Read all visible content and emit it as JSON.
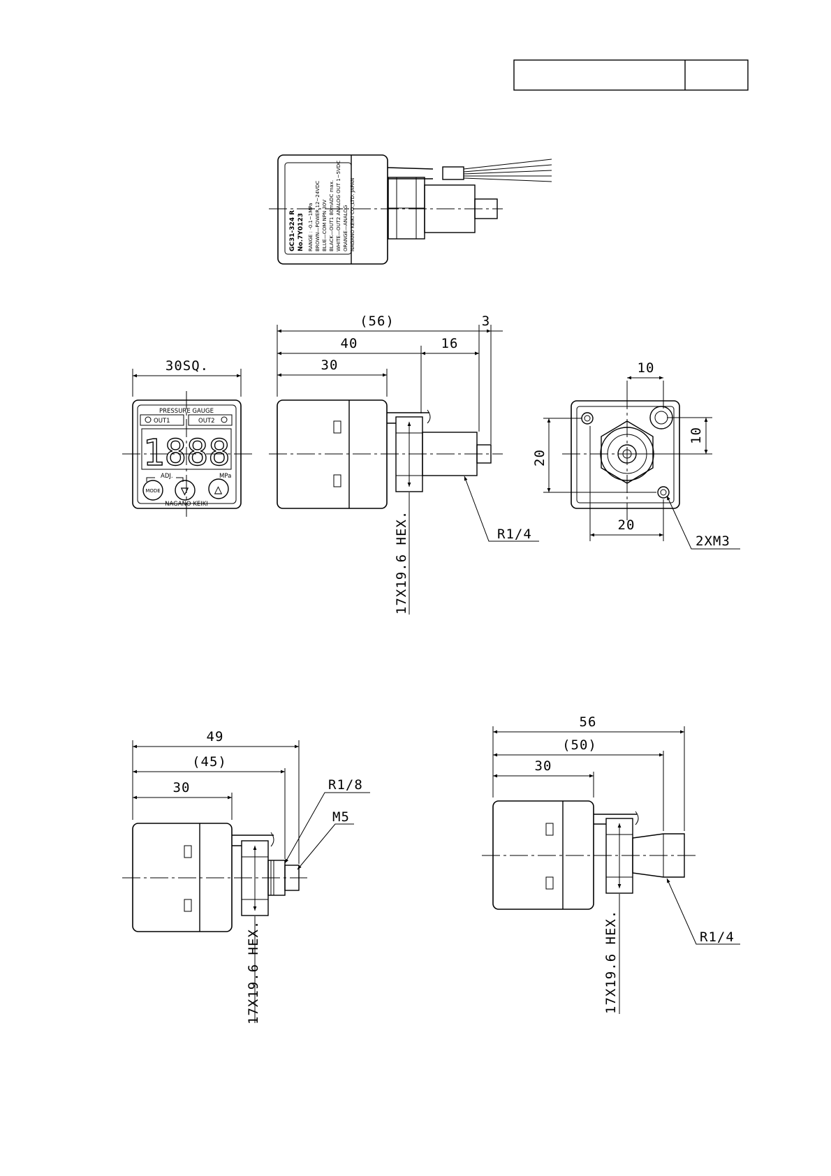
{
  "title_block": {
    "cells": [
      "",
      ""
    ]
  },
  "top_view_label": {
    "lines": [
      "GC31-324 R",
      "No.7Y0123",
      "RANGE : -0.1~1MPa",
      "BROWN—POWER 12~24VDC",
      "BLUE—COM NPN 30V",
      "BLACK—OUT1 80mADC max.",
      "WHITE—OUT2 ANALOG OUT 1~5VDC",
      "ORANGE—ANALOG",
      "NAGANO KEIKI CO.,LTD. JAPAN"
    ]
  },
  "front_panel": {
    "title": "PRESSURE GAUGE",
    "out1": "OUT1",
    "out2": "OUT2",
    "display": "1888",
    "adj": "ADJ.",
    "unit": "MPa",
    "mode_button": "MODE",
    "down_button": "▽",
    "up_button": "△",
    "brand": "NAGANO KEIKI"
  },
  "dimensions": {
    "front_width": "30SQ.",
    "side_overall": "(56)",
    "side_3": "3",
    "side_40": "40",
    "side_16": "16",
    "side_30": "30",
    "side_hex": "17X19.6 HEX.",
    "side_thread": "R1/4",
    "rear_10_top": "10",
    "rear_10_right": "10",
    "rear_20_left": "20",
    "rear_20_bottom": "20",
    "rear_screws": "2XM3",
    "bl_49": "49",
    "bl_45": "(45)",
    "bl_30": "30",
    "bl_r18": "R1/8",
    "bl_m5": "M5",
    "bl_hex": "17X19.6 HEX.",
    "br_56": "56",
    "br_50": "(50)",
    "br_30": "30",
    "br_hex": "17X19.6 HEX.",
    "br_thread": "R1/4"
  }
}
